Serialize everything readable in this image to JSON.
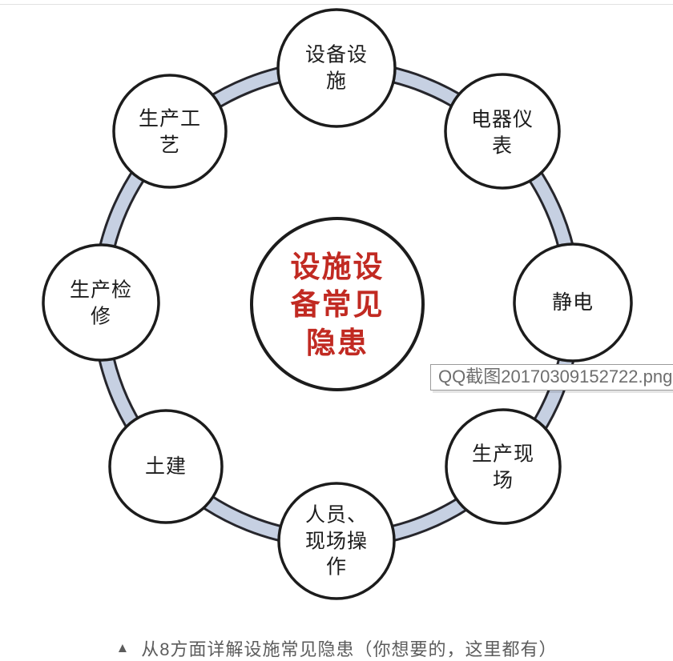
{
  "colors": {
    "center_text": "#c12a22",
    "ring_fill": "#c6d0e2",
    "ring_edge": "#26262c",
    "circle_stroke": "#1c1c1c"
  },
  "diagram": {
    "title_center": "设施设备常见隐患",
    "nodes": [
      {
        "id": "equipment-facilities",
        "label": "设备设施"
      },
      {
        "id": "electrical-instruments",
        "label": "电器仪表"
      },
      {
        "id": "static-electricity",
        "label": "静电"
      },
      {
        "id": "production-site",
        "label": "生产现场"
      },
      {
        "id": "personnel-site-operation",
        "label": "人员、现场操作"
      },
      {
        "id": "civil-construction",
        "label": "土建"
      },
      {
        "id": "production-maintenance",
        "label": "生产检修"
      },
      {
        "id": "production-process",
        "label": "生产工艺"
      }
    ]
  },
  "overlay": {
    "filename": "QQ截图20170309152722.png"
  },
  "caption": {
    "marker": "▲",
    "text": "从8方面详解设施常见隐患（你想要的，这里都有）"
  }
}
